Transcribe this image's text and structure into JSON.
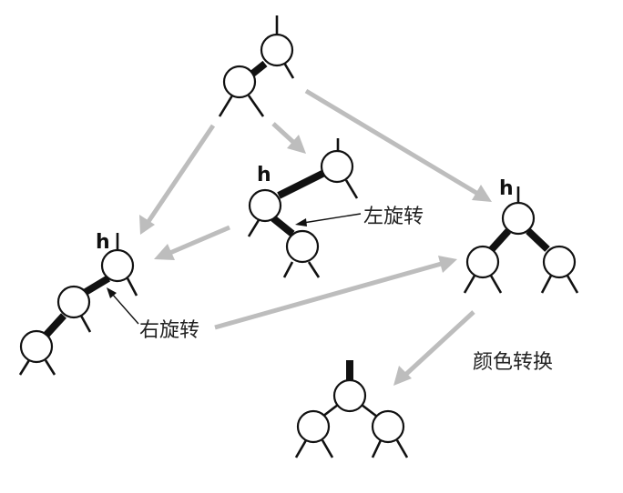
{
  "labels": {
    "h": "h",
    "rotate_left": "左旋转",
    "rotate_right": "右旋转",
    "flip_colors": "颜色转换"
  },
  "colors": {
    "link": "#111111",
    "node_fill": "#ffffff",
    "flow_arrow": "#bdbdbd"
  }
}
